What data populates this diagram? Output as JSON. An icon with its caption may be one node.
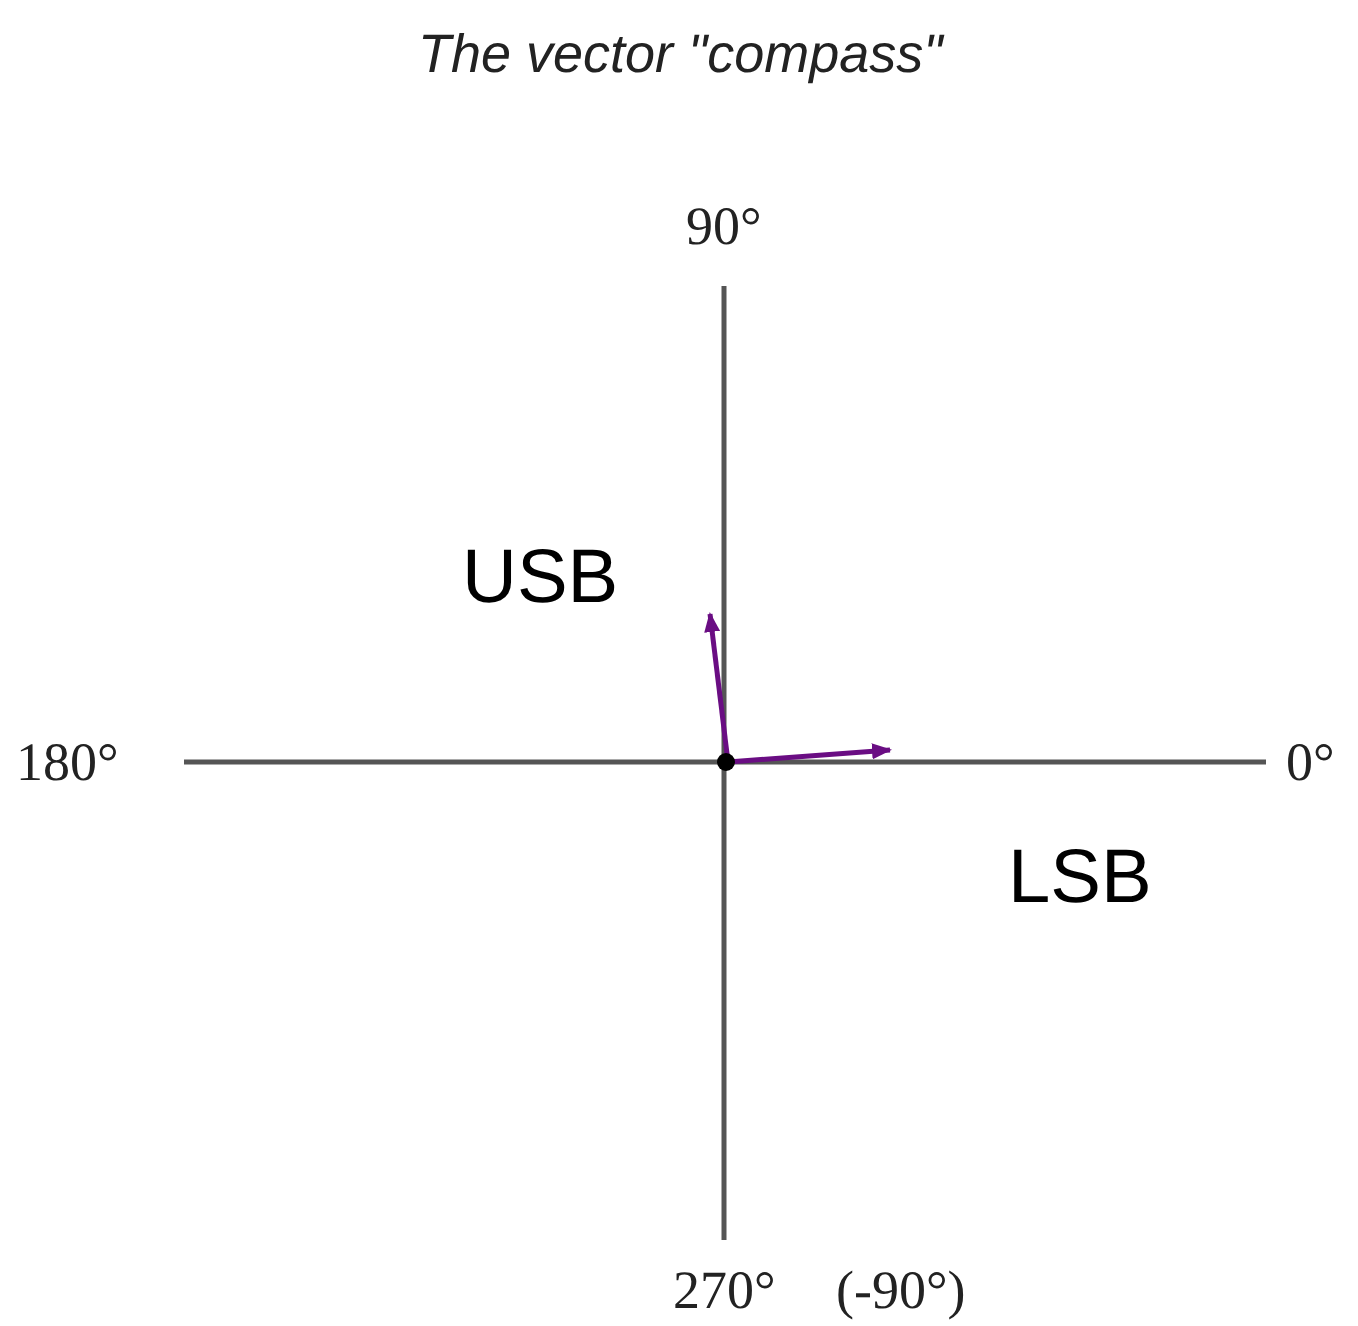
{
  "diagram": {
    "title": "The vector \"compass\"",
    "labels": [
      "90°",
      "USB",
      "180°",
      "0°",
      "LSB",
      "270°",
      "(-90°)"
    ]
  }
}
